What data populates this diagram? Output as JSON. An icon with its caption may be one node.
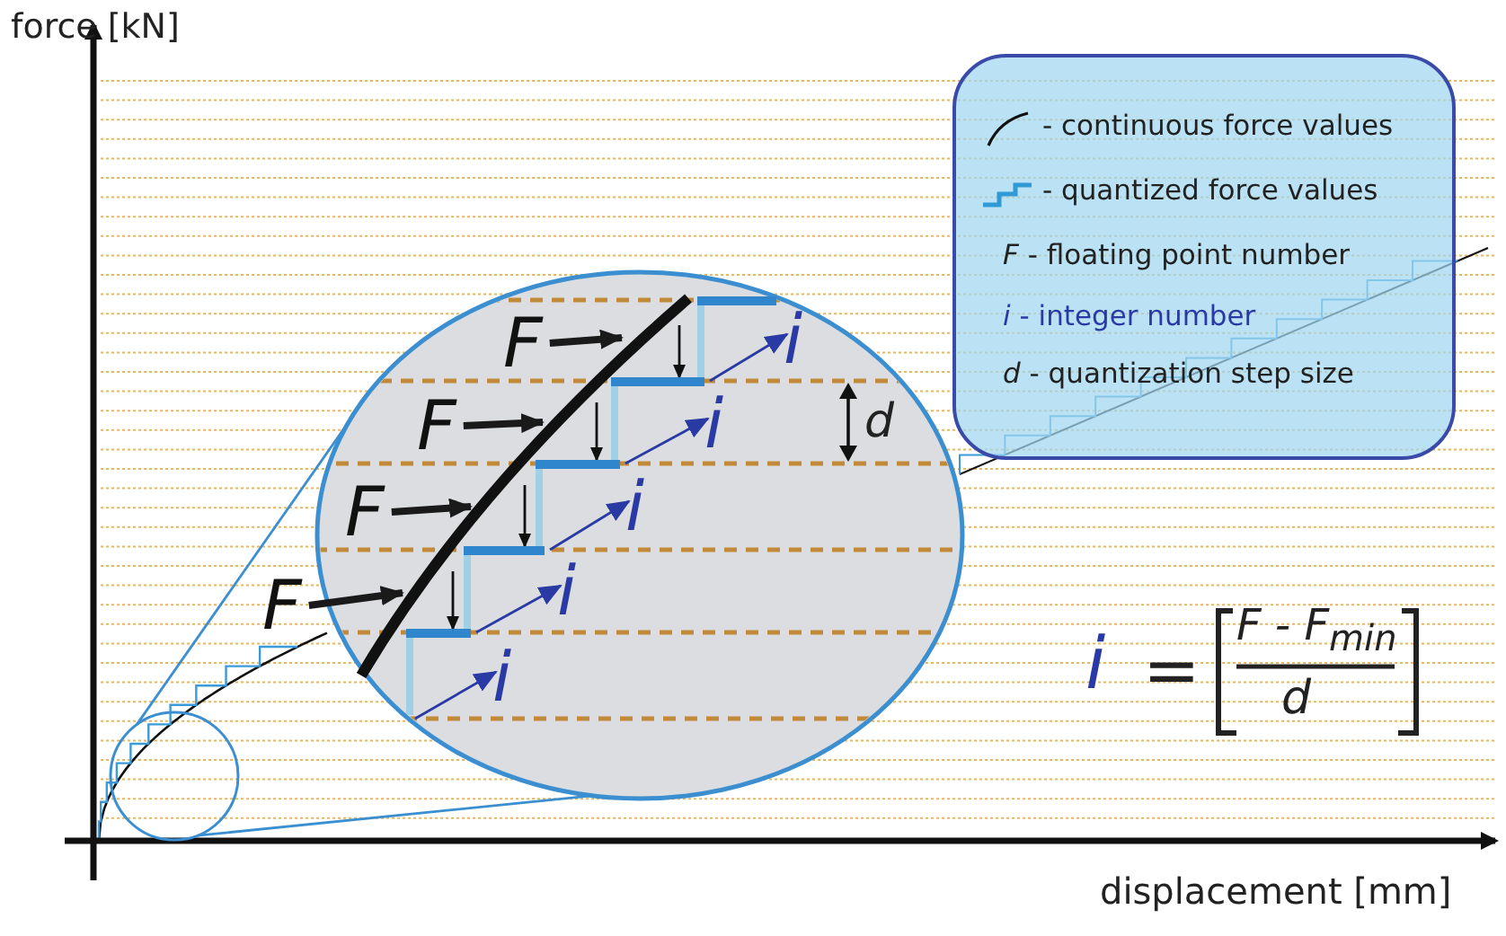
{
  "diagram": {
    "nodes": [
      {
        "text": [],
        "shape": "circle"
      },
      {
        "text": [],
        "shape": "circle"
      },
      {
        "text": [],
        "shape": "bar",
        "in": 1
      },
      {
        "text": [],
        "shape": "bar",
        "in": 1
      },
      {
        "text": [],
        "shape": "bar",
        "in": 1
      },
      {
        "text": [],
        "shape": "bar",
        "in": 1
      },
      {
        "text": [],
        "shape": "bar",
        "in": 1
      },
      {
        "text": [
          "F"
        ],
        "in": 1
      },
      {
        "text": [
          "F"
        ],
        "in": 1
      },
      {
        "text": [
          "F"
        ],
        "in": 1
      },
      {
        "text": [
          "F"
        ]
      },
      {
        "text": [
          "i"
        ],
        "in": 1
      },
      {
        "text": [
          "i"
        ],
        "in": 1
      },
      {
        "text": [
          "i"
        ],
        "in": 1
      },
      {
        "text": [
          "i"
        ],
        "in": 1
      },
      {
        "text": [
          "i"
        ],
        "in": 1
      }
    ],
    "edges": [
      {
        "from": 0,
        "to": 1,
        "arrow": "none",
        "color": "#3b8fd0"
      },
      {
        "from": 0,
        "to": 1,
        "arrow": "none",
        "color": "#3b8fd0"
      },
      {
        "from": 7,
        "to": 3,
        "arrow": "to",
        "style": "thick",
        "color": "#1a1a1a"
      },
      {
        "from": 8,
        "to": 4,
        "arrow": "to",
        "style": "thick",
        "color": "#1a1a1a"
      },
      {
        "from": 9,
        "to": 5,
        "arrow": "to",
        "style": "thick",
        "color": "#1a1a1a"
      },
      {
        "from": 10,
        "to": 6,
        "arrow": "to",
        "style": "thick",
        "color": "#1a1a1a"
      },
      {
        "from": 3,
        "to": 11,
        "arrow": "to"
      },
      {
        "from": 4,
        "to": 12,
        "arrow": "to"
      },
      {
        "from": 5,
        "to": 13,
        "arrow": "to"
      },
      {
        "from": 6,
        "to": 14,
        "arrow": "to"
      },
      {
        "from": null,
        "to": 15,
        "arrow": "to"
      }
    ],
    "labels": [
      "force [kN]",
      "displacement [mm]",
      "d",
      "i",
      "=",
      "F - F$_{min}$",
      "d"
    ],
    "legend": [
      {
        "text": "- continuous force values"
      },
      {
        "text": "- quantized force values"
      },
      {
        "text": "*F* - floating point number"
      },
      {
        "text": "*i* - integer number"
      },
      {
        "text": "*d* - quantization step size"
      }
    ]
  }
}
